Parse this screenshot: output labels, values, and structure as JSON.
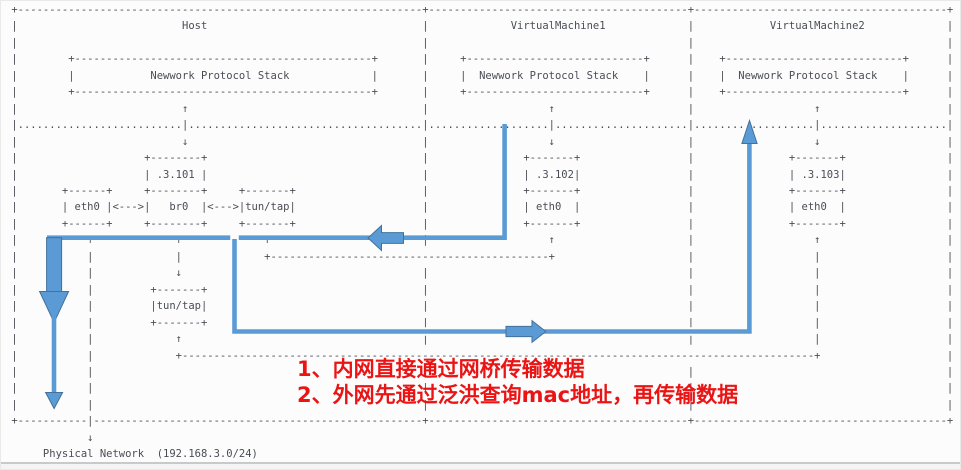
{
  "diagram": {
    "machines": [
      "Host",
      "VirtualMachine1",
      "VirtualMachine2"
    ],
    "host_components": [
      "Newwork Protocol Stack",
      ".3.101",
      "eth0",
      "br0",
      "tun/tap",
      "tun/tap"
    ],
    "vm1_components": [
      "Newwork Protocol Stack",
      ".3.102",
      "eth0"
    ],
    "vm2_components": [
      "Newwork Protocol Stack",
      ".3.103",
      "eth0"
    ],
    "physical_network_label": "Physical Network  (192.168.3.0/24)",
    "ascii_lines": [
      " +----------------------------------------------------------------+-----------------------------------------+----------------------------------------+",
      " |                          Host                                  |             VirtualMachine1             |            VirtualMachine2             |",
      " |                                                                |                                         |                                        |",
      " |        +-----------------------------------------------+       |     +----------------------------+      |    +----------------------------+      |",
      " |        |            Newwork Protocol Stack             |       |     |  Newwork Protocol Stack    |      |    |  Newwork Protocol Stack    |      |",
      " |        +-----------------------------------------------+       |     +----------------------------+      |    +----------------------------+      |",
      " |                          ↑                                     |                   ↑                     |                   ↑                    |",
      " |..........................|.....................................|...................|.....................|...................|....................|",
      " |                          ↓                                     |                   ↓                     |                   ↓                    |",
      " |                    +--------+                                  |               +-------+                 |               +-------+                |",
      " |                    | .3.101 |                                  |               | .3.102|                 |               | .3.103|                |",
      " |       +------+     +--------+     +-------+                    |               +-------+                 |               +-------+                |",
      " |       | eth0 |<--->|   br0  |<--->|tun/tap|                    |               | eth0  |                 |               | eth0  |                |",
      " |       +------+     +--------+     +-------+                    |               +-------+                 |               +-------+                |",
      " |           ↑             ↑             ↑                        |                   ↑                     |                   ↑                    |",
      " |           |             |             +--------------------------------------------+                     |                   |                    |",
      " |           |             ↓                                      |                                         |                   |                    |",
      " |           |         +-------+                                  |                                         |                   |                    |",
      " |           |         |tun/tap|                                  |                                         |                   |                    |",
      " |           |         +-------+                                  |                                         |                   |                    |",
      " |           |             ↑                                      |                                         |                   |                    |",
      " |           |             +----------------------------------------------------------------------------------------------------+                    |",
      " |           |                                                    |                                         |                                        |",
      " |           |                                                    |                                         |                                        |",
      " |           |                                                    |                                         |                                        |",
      " +-----------|----------------------------------------------------+-----------------------------------------+----------------------------------------+",
      "             ↓",
      "      Physical Network  (192.168.3.0/24)"
    ]
  },
  "annotations": {
    "line1": "1、内网直接通过网桥传输数据",
    "line2": "2、外网先通过泛洪查询mac地址，再传输数据",
    "color": "#ea1414"
  },
  "arrows": {
    "flow_blue": "#5b9bd5",
    "flow_border": "#41719c",
    "paths": [
      "vm1-stack-down-left-to-host-eth0",
      "host-eth0-down-to-physical-network",
      "bridge-down-right-up-to-vm2-stack"
    ]
  },
  "colors": {
    "ascii_text": "#4a4d55",
    "background": "#fcfcfc",
    "bottom_edge": "#c9c9c9"
  }
}
